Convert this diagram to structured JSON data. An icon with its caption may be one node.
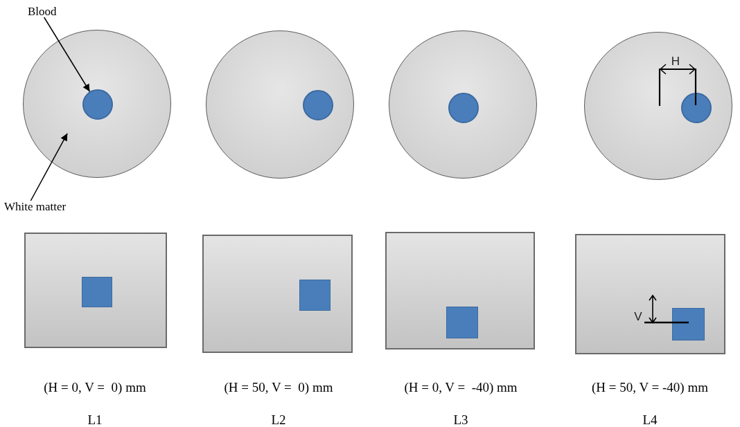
{
  "diagram": {
    "nodes": [
      {
        "text": [
          "Blood"
        ]
      },
      {
        "text": [],
        "shape": "circle"
      },
      {
        "text": [],
        "shape": "circle",
        "in": 1
      },
      {
        "text": [],
        "shape": "circle"
      },
      {
        "text": [],
        "shape": "circle",
        "in": 3
      },
      {
        "text": [],
        "shape": "circle"
      },
      {
        "text": [],
        "shape": "circle",
        "in": 5
      },
      {
        "text": [],
        "shape": "circle"
      },
      {
        "text": [],
        "shape": "circle",
        "in": 7
      },
      {
        "text": [
          "White matter"
        ]
      },
      {
        "text": [],
        "shape": "box"
      },
      {
        "text": [],
        "shape": "box",
        "in": 10
      },
      {
        "text": [],
        "shape": "box"
      },
      {
        "text": [],
        "shape": "box",
        "in": 12
      },
      {
        "text": [],
        "shape": "box"
      },
      {
        "text": [],
        "shape": "box",
        "in": 14
      },
      {
        "text": [],
        "shape": "box"
      },
      {
        "text": [],
        "shape": "box",
        "in": 16
      }
    ],
    "edges": [
      {
        "from": 0,
        "to": 2,
        "arrow": "to"
      },
      {
        "from": 9,
        "to": 1,
        "arrow": "to"
      }
    ],
    "labels": [
      "H",
      "V",
      "(H = 0, V =  0) mm",
      "(H = 50, V =  0) mm",
      "(H = 0, V =  -40) mm",
      "(H = 50, V = -40) mm",
      "L1",
      "L2",
      "L3",
      "L4"
    ]
  }
}
